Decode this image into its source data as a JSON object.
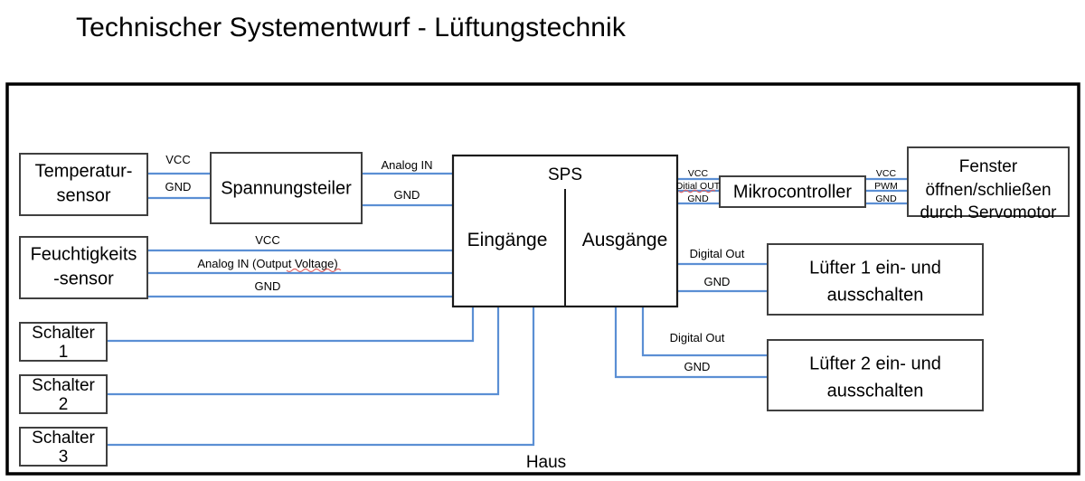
{
  "title": "Technischer Systementwurf - Lüftungstechnik",
  "container": {
    "label": "Haus"
  },
  "boxes": {
    "temperatursensor": {
      "line1": "Temperatur-",
      "line2": "sensor"
    },
    "feuchtigkeitssensor": {
      "line1": "Feuchtigkeits",
      "line2": "-sensor"
    },
    "spannungsteiler": {
      "label": "Spannungsteiler"
    },
    "schalter1": {
      "line1": "Schalter",
      "line2": "1"
    },
    "schalter2": {
      "line1": "Schalter",
      "line2": "2"
    },
    "schalter3": {
      "line1": "Schalter",
      "line2": "3"
    },
    "sps": {
      "title": "SPS",
      "inputs": "Eingänge",
      "outputs": "Ausgänge"
    },
    "mikrocontroller": {
      "label": "Mikrocontroller"
    },
    "fenster": {
      "line1": "Fenster",
      "line2": "öffnen/schließen",
      "line3": "durch Servomotor"
    },
    "luefter1": {
      "line1": "Lüfter 1 ein- und",
      "line2": "ausschalten"
    },
    "luefter2": {
      "line1": "Lüfter 2 ein- und",
      "line2": "ausschalten"
    }
  },
  "wire_labels": {
    "temp_vcc": "VCC",
    "temp_gnd": "GND",
    "teiler_analog_in": "Analog IN",
    "teiler_gnd": "GND",
    "feucht_vcc": "VCC",
    "feucht_analog": "Analog IN (Output Voltage)",
    "feucht_gnd": "GND",
    "mc_in_vcc": "VCC",
    "mc_in_digital": "Ditial OUT",
    "mc_in_gnd": "GND",
    "mc_out_vcc": "VCC",
    "mc_out_pwm": "PWM",
    "mc_out_gnd": "GND",
    "lf1_digital": "Digital Out",
    "lf1_gnd": "GND",
    "lf2_digital": "Digital Out",
    "lf2_gnd": "GND"
  },
  "colors": {
    "wire": "#5b8fd4",
    "box_border": "#404040",
    "house_border": "#000000",
    "text": "#000000",
    "spellcheck_underline": "#e06666",
    "background": "#ffffff"
  }
}
